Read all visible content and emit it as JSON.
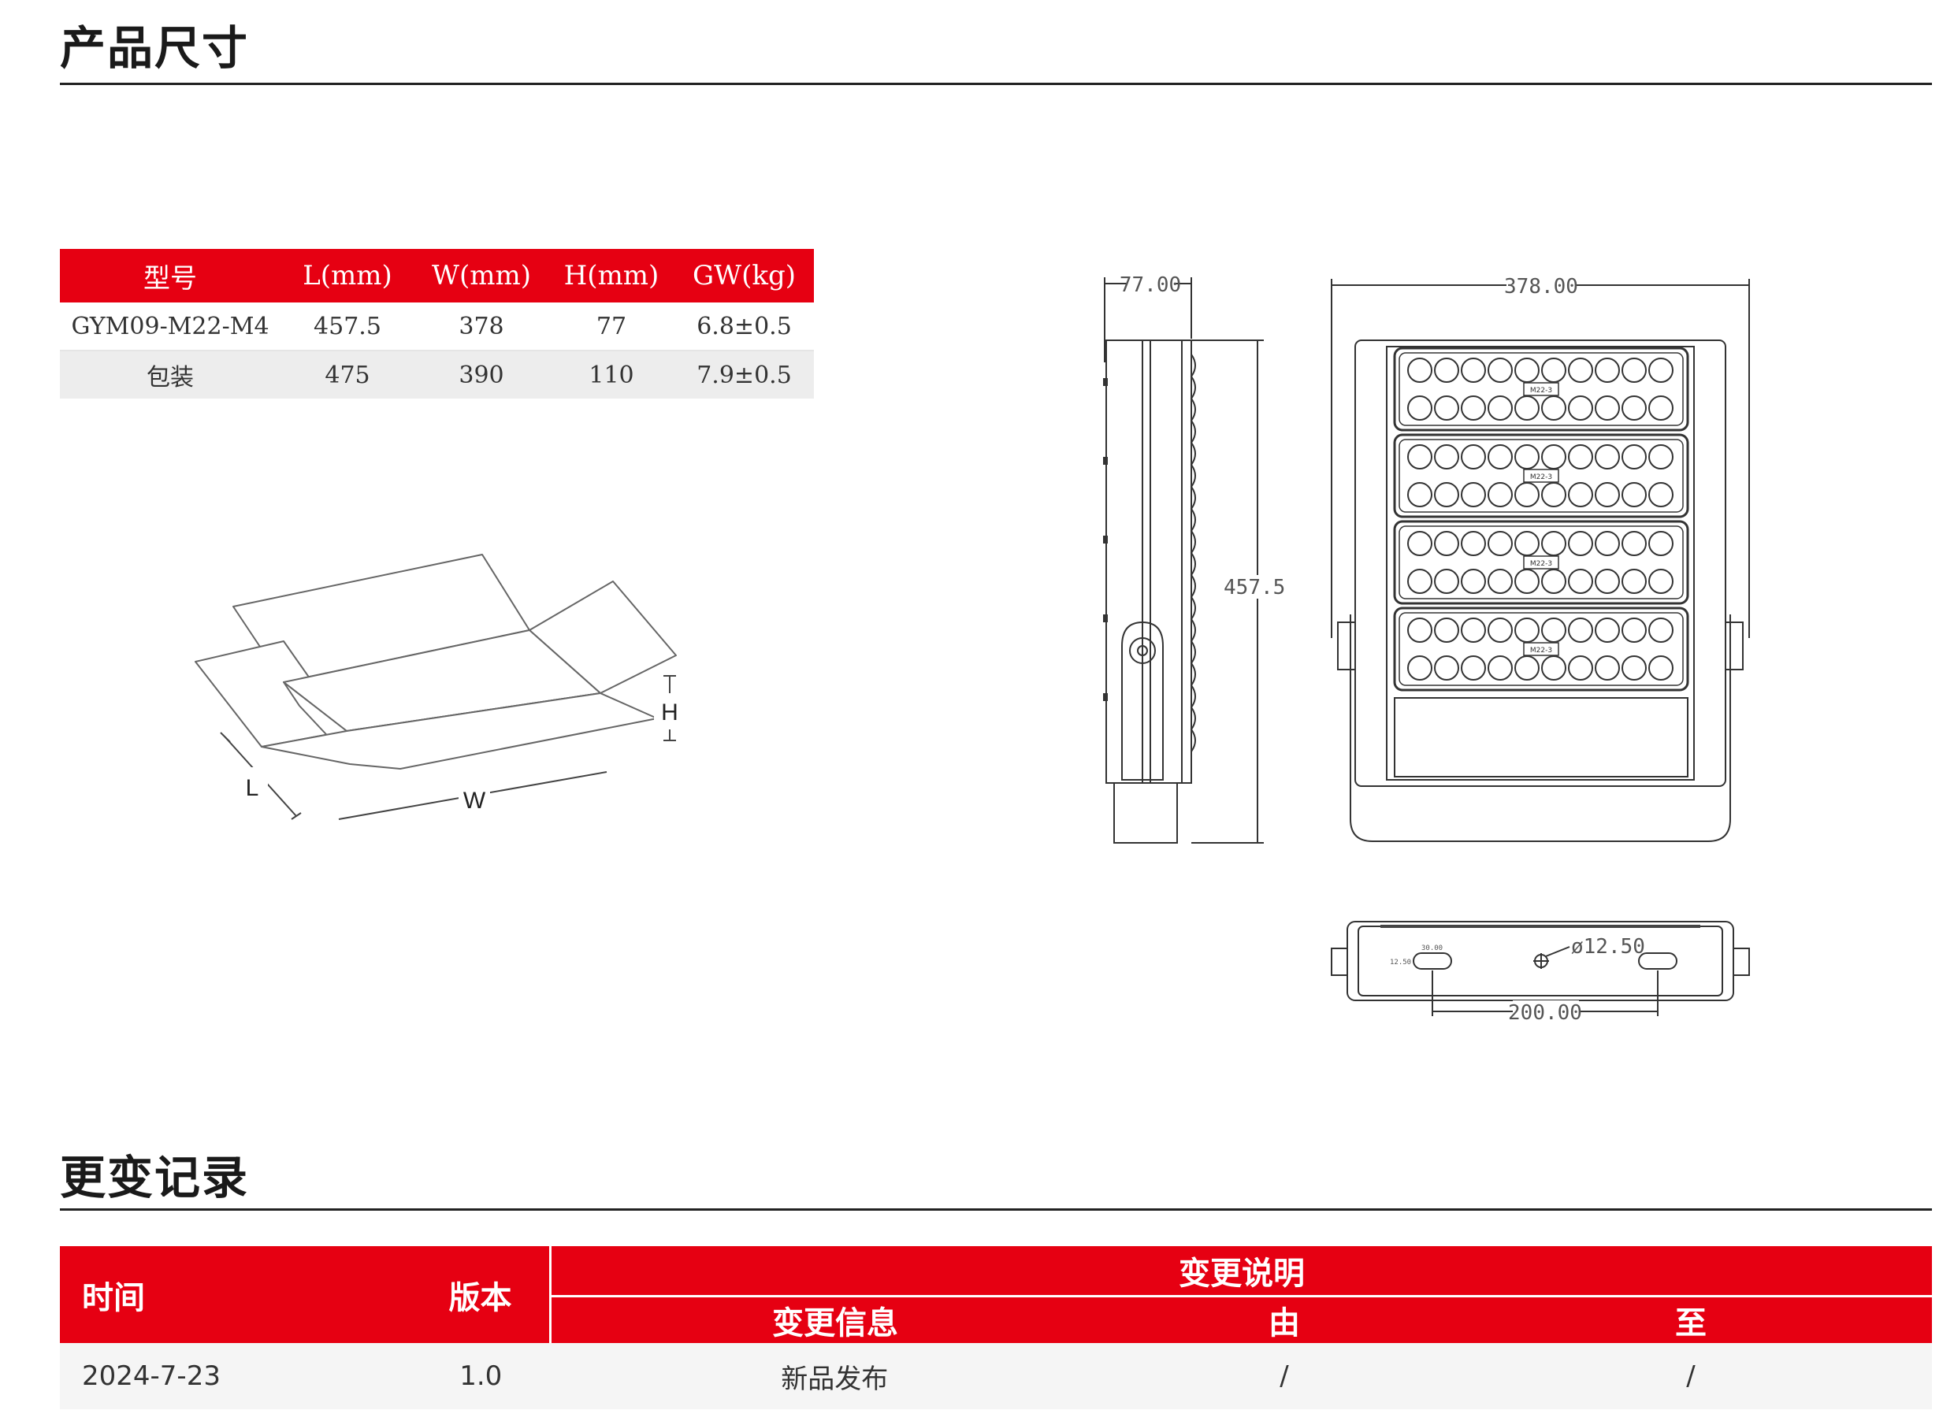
{
  "product_dimensions": {
    "title": "产品尺寸",
    "table": {
      "headers": [
        "型号",
        "L(mm)",
        "W(mm)",
        "H(mm)",
        "GW(kg)"
      ],
      "rows": [
        [
          "GYM09-M22-M4",
          "457.5",
          "378",
          "77",
          "6.8±0.5"
        ],
        [
          "包装",
          "475",
          "390",
          "110",
          "7.9±0.5"
        ]
      ]
    },
    "box_labels": {
      "l": "L",
      "w": "W",
      "h": "H"
    },
    "dimensions": {
      "side_depth": "77.00",
      "height": "457.50",
      "width": "378.00",
      "hole_diameter": "ø12.50",
      "hole_spacing": "200.00",
      "slot_width": "30.00",
      "slot_height": "12.50",
      "module_label": "M22-3"
    }
  },
  "change_log": {
    "title": "更变记录",
    "headers": {
      "time": "时间",
      "version": "版本",
      "description": "变更说明",
      "info": "变更信息",
      "from": "由",
      "to": "至"
    },
    "rows": [
      {
        "time": "2024-7-23",
        "version": "1.0",
        "info": "新品发布",
        "from": "/",
        "to": "/"
      }
    ]
  },
  "colors": {
    "accent": "#e60012"
  }
}
